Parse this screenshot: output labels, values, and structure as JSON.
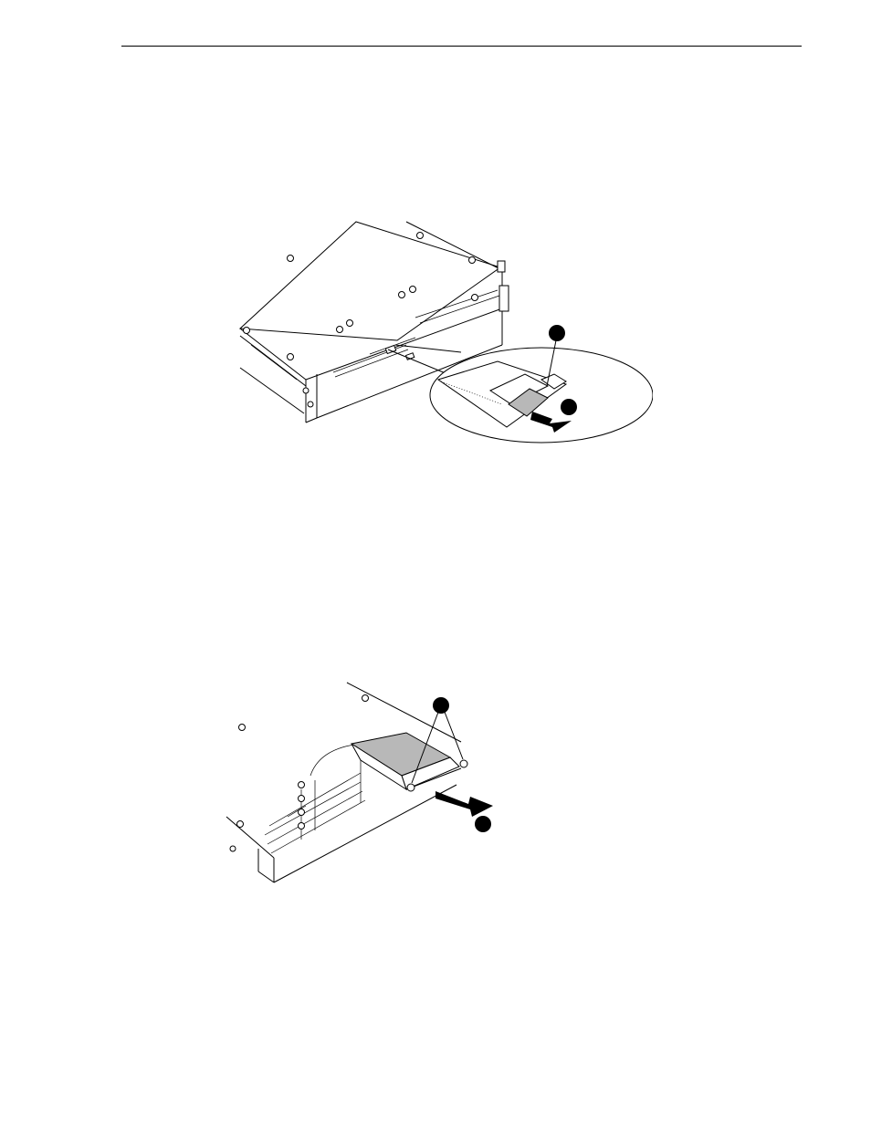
{
  "page": {
    "header_rule": true
  },
  "figures": [
    {
      "id": "fig1",
      "subject": "server-chassis-with-card-slot",
      "callouts": [
        "",
        ""
      ],
      "has_arrow": true
    },
    {
      "id": "fig2",
      "subject": "server-chassis-with-drive-module",
      "callouts": [
        "",
        ""
      ],
      "has_arrow": true
    }
  ]
}
